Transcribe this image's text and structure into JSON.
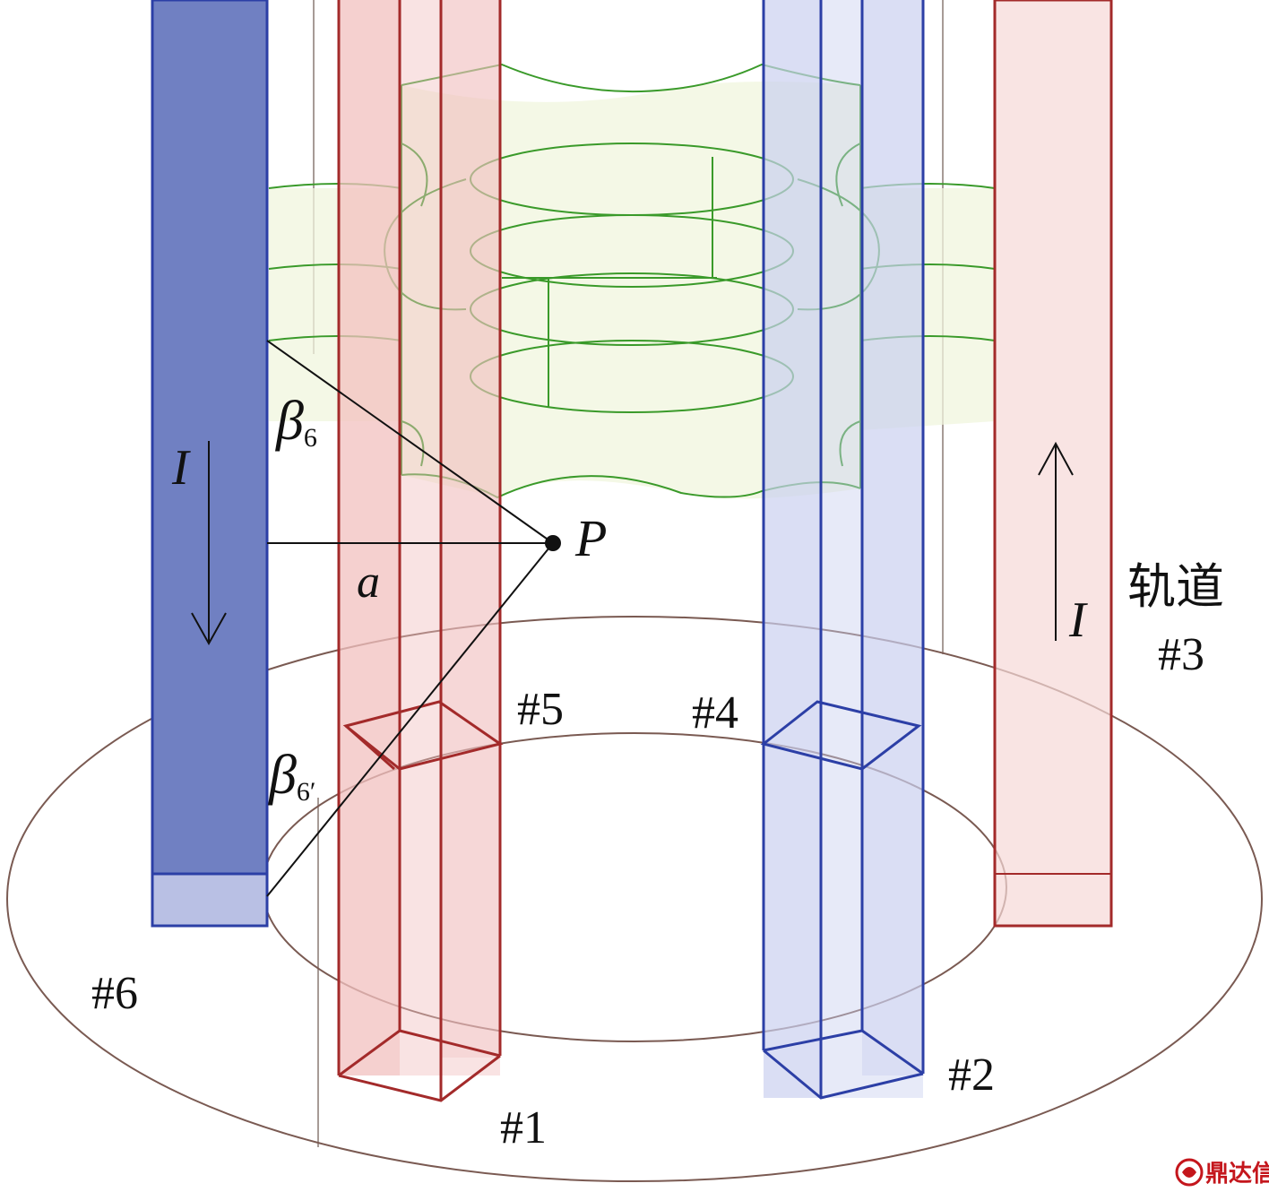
{
  "labels": {
    "rail1": "#1",
    "rail2": "#2",
    "rail3": "#3",
    "rail4": "#4",
    "rail5": "#5",
    "rail6": "#6",
    "track": "轨道",
    "current_left": "I",
    "current_right": "I",
    "point": "P",
    "distance": "a",
    "beta_top_symbol": "β",
    "beta_top_sub": "6",
    "beta_bottom_symbol": "β",
    "beta_bottom_sub": "6′"
  },
  "watermark": "鼎达信",
  "colors": {
    "red_rail": "#a32a2a",
    "red_fill": "#f2c1c0",
    "blue_rail": "#2c3fa6",
    "blue_fill": "#c9d0ef",
    "blue_solid": "#7080c2",
    "green_mesh": "#3a9a2a",
    "mesh_fill": "#f0f6de",
    "ring": "#7a5a52",
    "watermark": "#c4161c"
  }
}
